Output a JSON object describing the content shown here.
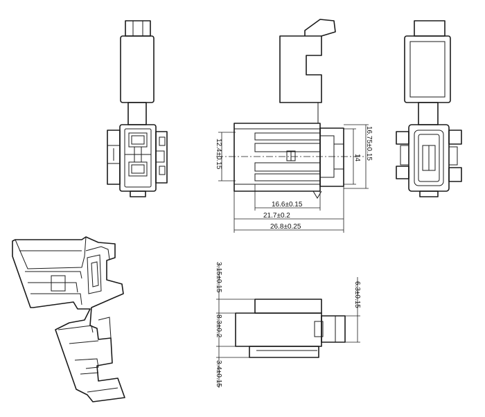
{
  "drawing": {
    "dimensions": {
      "width_inner": "16.6±0.15",
      "width_mid": "21.7±0.2",
      "width_outer": "26.8±0.25",
      "height_left": "12.4±0.15",
      "height_right": "16.75±0.15",
      "height_inner": "14",
      "side_top": "3.15±0.15",
      "side_mid": "8.3±0.2",
      "side_bottom": "3.4±0.15",
      "side_right": "6.3±0.15"
    }
  }
}
